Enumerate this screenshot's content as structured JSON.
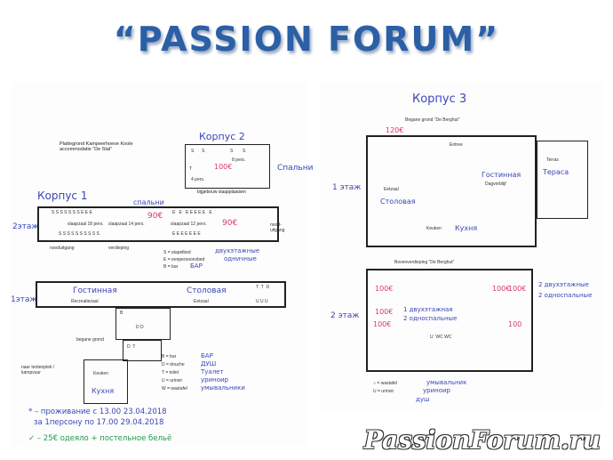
{
  "title": "“PASSION FORUM”",
  "watermark": "PassionForum.ru",
  "left": {
    "plan_caption": "Plattegrond Kampeerhoeve Koole\naccommodatie “De Stal”",
    "korpus2": "Корпус 2",
    "spalni_right": "Спальни",
    "bijgebouw": "bijgebouw slaapplaatsen",
    "korpus1": "Корпус 1",
    "spalni_top": "спальни",
    "etazh2": "2этаж",
    "slaapzaal18": "slaapzaal 18 pers.",
    "slaapzaal14": "slaapzaal 14 pers.",
    "slaapzaal12": "slaapzaal 12 pers.",
    "nooduitgang_left": "nooduitgang",
    "verdieping": "verdieping",
    "nooduitgang_right": "nood-\nuitgang",
    "price_90_a": "90€",
    "price_90_b": "90€",
    "price_100_k2": "100€",
    "legend_stapelbed": "S = stapelbed",
    "legend_stapelbed_ru": "двухэтажные",
    "legend_eenpers": "E = eenpersoonsbed",
    "legend_eenpers_ru": "одничные",
    "legend_bar": "B = bar",
    "legend_bar_ru": "БАР",
    "etazh1": "1этаж",
    "gostinaya": "Гостинная",
    "recreatiezaal": "Recreatiezaal",
    "stolovaya": "Столовая",
    "eetzaal": "Eetzaal",
    "begane_grond": "begane grond",
    "tentenplek": "naar tentenplek /\nkampvuur",
    "keuken": "Keuken",
    "kuhnya": "Кухня",
    "legend_b2": "B = bar",
    "legend_b2_ru": "БАР",
    "legend_douche": "D = douche",
    "legend_douche_ru": "ДУШ",
    "legend_toilet": "T = toilet",
    "legend_toilet_ru": "Туалет",
    "legend_urinoir": "U = urinoir",
    "legend_urinoir_ru": "уриноир",
    "legend_wastafel": "W = wastafel",
    "legend_wastafel_ru": "умывальники",
    "note_star_1": "* – проживание с 13.00 23.04.2018",
    "note_star_2": "за 1персону  по 17.00 29.04.2018",
    "note_check": "✓ – 25€ одеяло + постельное бельё"
  },
  "right": {
    "korpus3": "Корпус 3",
    "begane_grond": "Begane grond “De Berghut”",
    "price_120": "120€",
    "entree": "Entree",
    "eetzaal": "Eetzaal",
    "stolovaya": "Столовая",
    "gostinaya": "Гостинная",
    "dagverblijf": "Dagverblijf",
    "terras": "Terras",
    "terasa": "Тераса",
    "etazh1": "1 этаж",
    "keuken": "Keuken",
    "kuhnya": "Кухня",
    "bovenverdieping": "Bovenverdieping “De Berghut”",
    "etazh2": "2 этаж",
    "dvuh": "2 двухэтажные",
    "odno": "2 односпальные",
    "center_1": "1 двухэтажная",
    "center_2": "2 односпальные",
    "p100_a": "100€",
    "p100_b": "100€",
    "p100_c": "100€",
    "p100_d": "100€",
    "p100_e": "100€",
    "p100_f": "100",
    "legend_wastafel": "○ = wastafel",
    "legend_wastafel_ru": "умывальник",
    "legend_urinoir": "U = urinoir",
    "legend_urinoir_ru": "уриноир",
    "legend_dush": "душ"
  }
}
